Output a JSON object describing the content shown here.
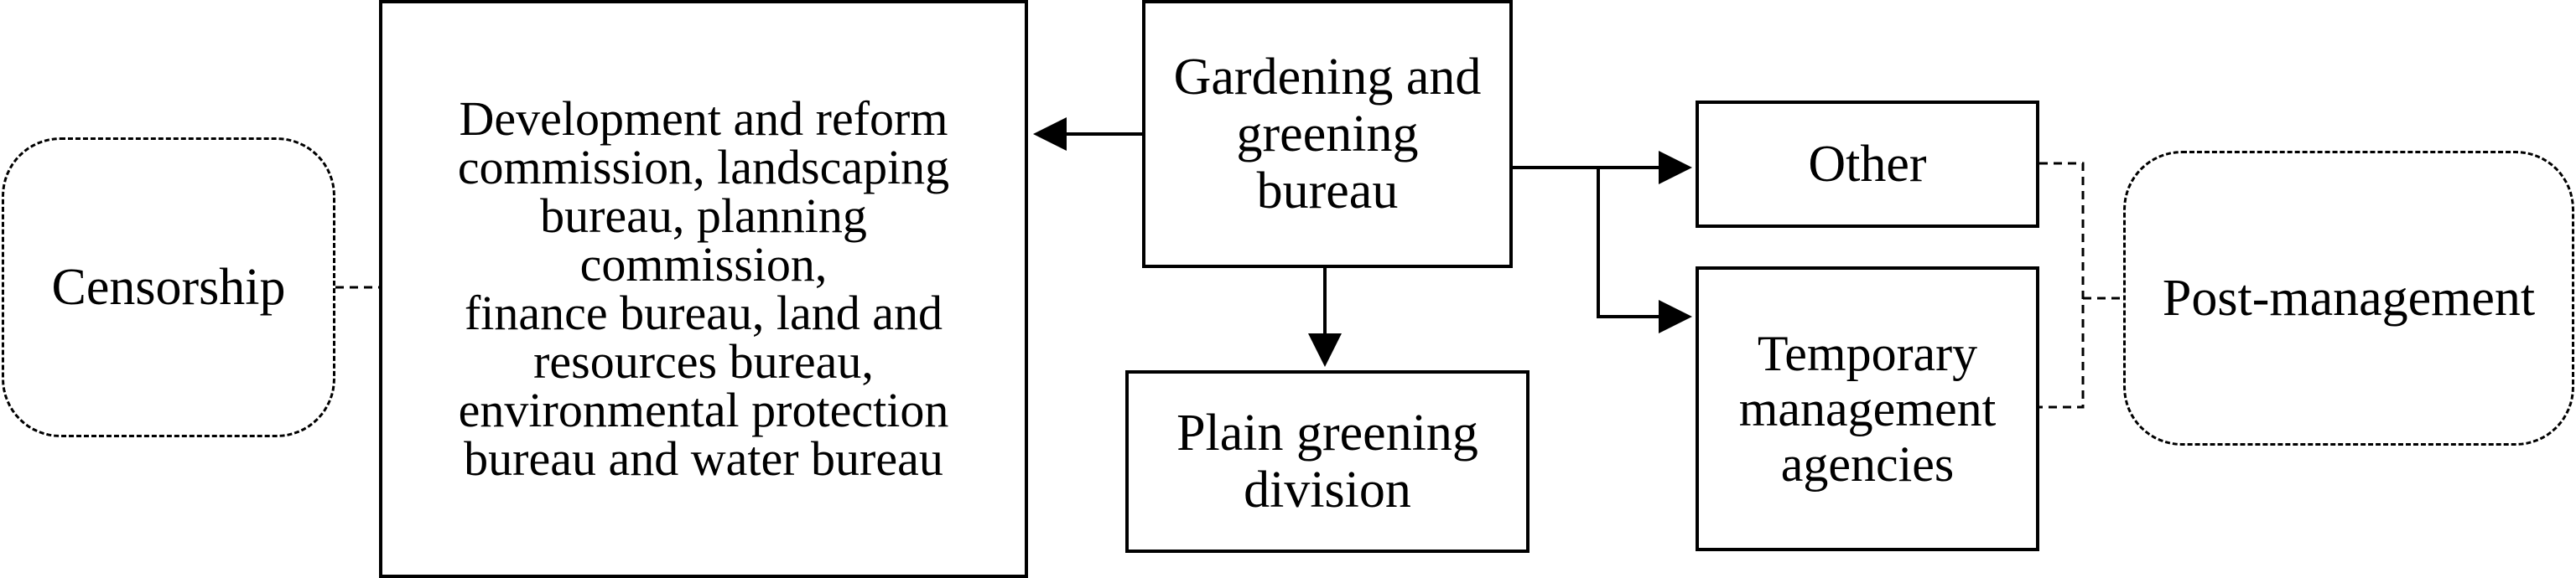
{
  "diagram": {
    "censorship": "Censorship",
    "agencies": "Development and reform\ncommission, landscaping\nbureau, planning\ncommission,\nfinance bureau, land and\nresources bureau,\nenvironmental protection\nbureau and water bureau",
    "gardening_bureau": "Gardening and\ngreening\nbureau",
    "plain_greening": "Plain greening\ndivision",
    "other": "Other",
    "temporary": "Temporary\nmanagement\nagencies",
    "post_management": "Post-management"
  },
  "colors": {
    "line": "#000000",
    "background": "#ffffff"
  }
}
